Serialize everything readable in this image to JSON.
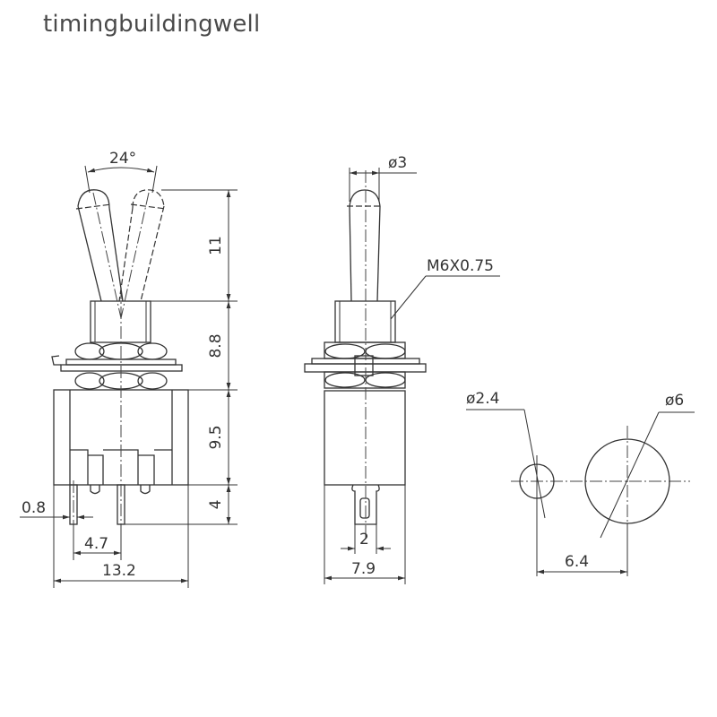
{
  "watermark": "timingbuildingwell",
  "front_view": {
    "angle_label": "24°",
    "height_labels": {
      "lever": "11",
      "bushing": "8.8",
      "body": "9.5",
      "terminal": "4"
    },
    "width_labels": {
      "terminal_thickness": "0.8",
      "terminal_pitch": "4.7",
      "body_width": "13.2"
    }
  },
  "side_view": {
    "lever_diameter": "ø3",
    "thread_label": "M6X0.75",
    "terminal_width": "2",
    "body_depth": "7.9"
  },
  "panel_cutout": {
    "small_hole_diameter": "ø2.4",
    "large_hole_diameter": "ø6",
    "hole_spacing": "6.4"
  },
  "colors": {
    "line": "#333333",
    "background": "#ffffff",
    "watermark": "#4a4a4a"
  }
}
